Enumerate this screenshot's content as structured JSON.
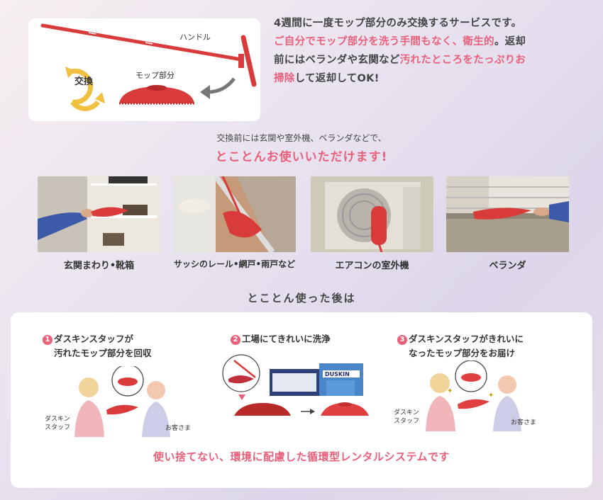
{
  "illustration": {
    "handle_label": "ハンドル",
    "exchange_label": "交換",
    "mop_label": "モップ部分"
  },
  "intro": {
    "line1": "4週間に一度モップ部分のみ交換するサービスです。",
    "line2_pink": "ご自分でモップ部分を洗う手間もなく、衛生的",
    "line2_tail": "。返却",
    "line3_head": "前にはベランダや玄関など",
    "line3_pink": "汚れたところをたっぷりお",
    "line4_pink": "掃除",
    "line4_tail": "して返却してOK!"
  },
  "usage": {
    "subtitle": "交換前には玄関や室外機、ベランダなどで、",
    "headline": "とことんお使いいただけます!",
    "photos": [
      {
        "caption": "玄関まわり•靴箱"
      },
      {
        "caption": "サッシのレール•網戸•雨戸など"
      },
      {
        "caption": "エアコンの室外機"
      },
      {
        "caption": "ベランダ"
      }
    ]
  },
  "after": {
    "title": "とことん使った後は",
    "steps": [
      {
        "num": "1",
        "line1": "ダスキンスタッフが",
        "line2": "汚れたモップ部分を回収"
      },
      {
        "num": "2",
        "line1": "工場にてきれいに洗浄",
        "line2": ""
      },
      {
        "num": "3",
        "line1": "ダスキンスタッフがきれいに",
        "line2": "なったモップ部分をお届け"
      }
    ],
    "staff_label_1": "ダスキン",
    "staff_label_2": "スタッフ",
    "customer_label": "お客さま",
    "factory_sign": "DUSKIN",
    "footer": "使い捨てない、環境に配慮した循環型レンタルシステムです"
  },
  "colors": {
    "accent": "#e8607a",
    "mop_red": "#d93b3b",
    "card": "#ffffff"
  }
}
